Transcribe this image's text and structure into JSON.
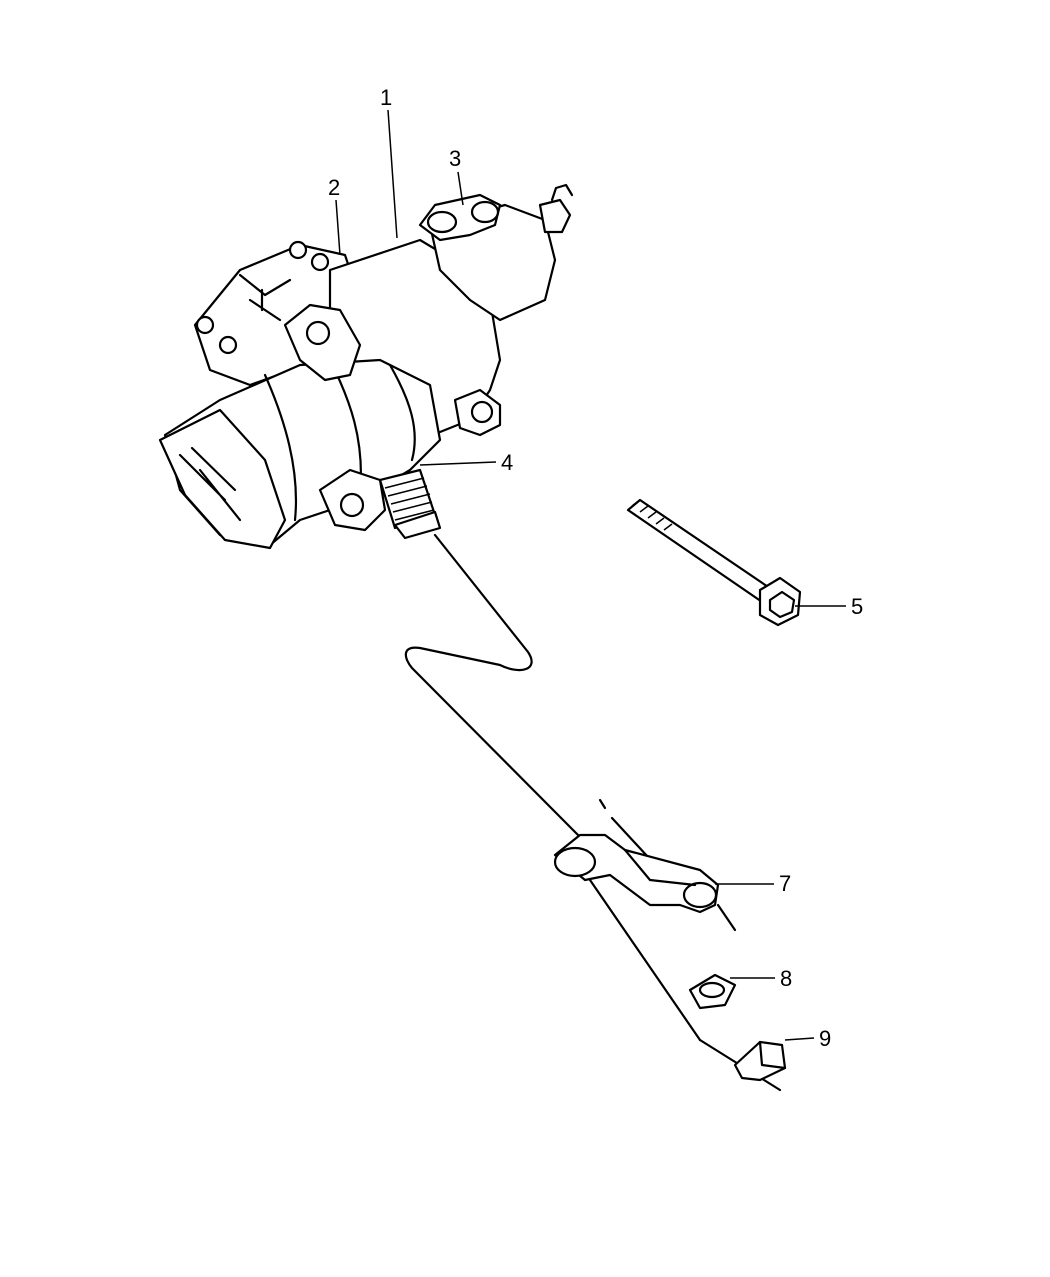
{
  "callouts": {
    "c1": "1",
    "c2": "2",
    "c3": "3",
    "c4": "4",
    "c5": "5",
    "c7": "7",
    "c8": "8",
    "c9": "9"
  }
}
